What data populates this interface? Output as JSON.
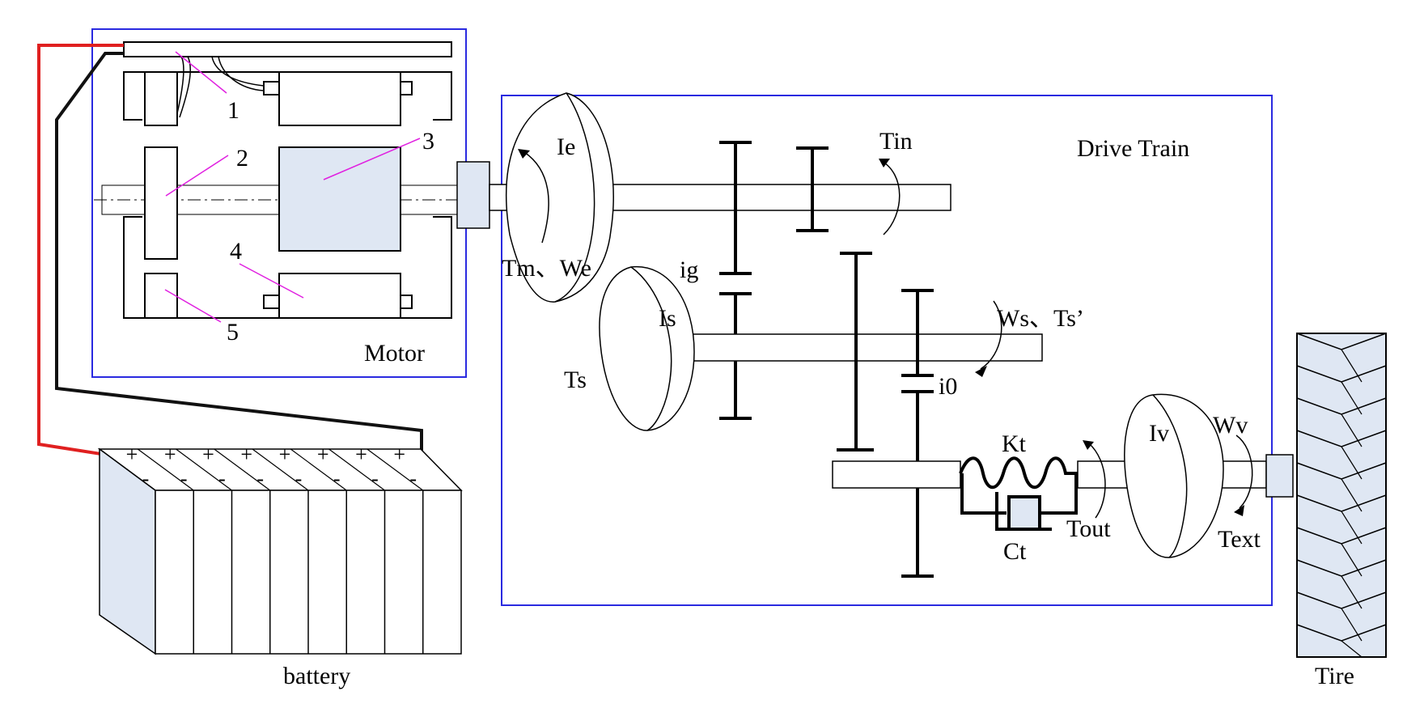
{
  "labels": {
    "motor": "Motor",
    "battery": "battery",
    "drive_train": "Drive Train",
    "tire": "Tire",
    "part_1": "1",
    "part_2": "2",
    "part_3": "3",
    "part_4": "4",
    "part_5": "5",
    "ie": "Ie",
    "tm_we": "Tm、We",
    "ig": "ig",
    "is": "Is",
    "ts": "Ts",
    "tin": "Tin",
    "ws_ts": "Ws、Ts’",
    "i0": "i0",
    "kt": "Kt",
    "ct": "Ct",
    "tout": "Tout",
    "iv": "Iv",
    "wv": "Wv",
    "text": "Text"
  },
  "battery": {
    "cells": 8,
    "plus_sign": "+",
    "minus_sign": "-"
  },
  "colors": {
    "frame_blue": "#2a2ae0",
    "wire_red": "#e02020",
    "wire_black": "#111111",
    "callout_magenta": "#e020e0",
    "fill_light_blue": "#dfe7f3"
  }
}
